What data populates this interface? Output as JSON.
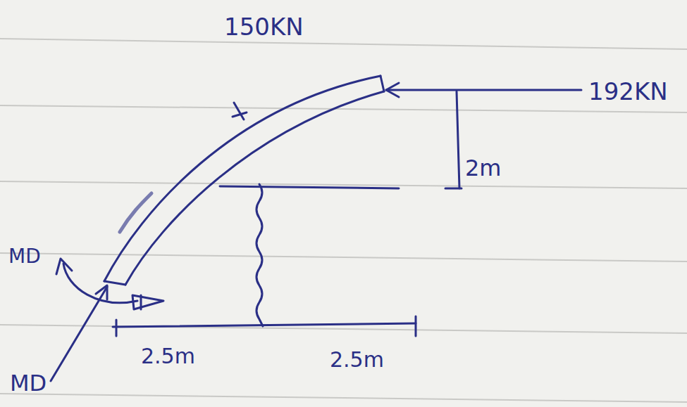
{
  "diagram": {
    "labels": [
      "150KN",
      "192KN",
      "2m",
      "MD",
      "2.5m",
      "2.5m",
      "MD"
    ]
  }
}
